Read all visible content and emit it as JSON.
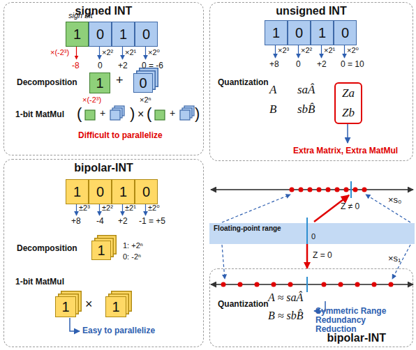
{
  "diagram": {
    "nodes": [
      {
        "text": [
          "signed INT"
        ]
      },
      {
        "text": [
          "1"
        ],
        "in": 0
      },
      {
        "text": [
          "0"
        ],
        "in": 0
      },
      {
        "text": [
          "1"
        ],
        "in": 0
      },
      {
        "text": [
          "0"
        ],
        "in": 0
      },
      {
        "text": [
          "1"
        ],
        "in": 0
      },
      {
        "text": [
          "0"
        ],
        "in": 0
      },
      {
        "text": [
          "unsigned INT"
        ]
      },
      {
        "text": [
          "1"
        ],
        "in": 7
      },
      {
        "text": [
          "0"
        ],
        "in": 7
      },
      {
        "text": [
          "1"
        ],
        "in": 7
      },
      {
        "text": [
          "0"
        ],
        "in": 7
      },
      {
        "text": [
          "Za",
          "Zb"
        ],
        "in": 7
      },
      {
        "text": [
          "bipolar-INT"
        ]
      },
      {
        "text": [
          "1"
        ],
        "in": 13
      },
      {
        "text": [
          "0"
        ],
        "in": 13
      },
      {
        "text": [
          "1"
        ],
        "in": 13
      },
      {
        "text": [
          "0"
        ],
        "in": 13
      },
      {
        "text": [
          "1"
        ],
        "in": 13
      },
      {
        "text": [
          "1"
        ],
        "in": 13
      },
      {
        "text": [
          "1"
        ],
        "in": 13
      },
      {
        "text": [
          "Floating-point range"
        ]
      },
      {
        "text": [
          "bipolar-INT"
        ]
      }
    ],
    "edges": [
      {
        "from": 21,
        "to": 22,
        "arrow": "to",
        "label": "Z = 0"
      }
    ],
    "labels": [
      "sign bit",
      "×(-2³)",
      "×2²",
      "×2¹",
      "×2⁰",
      "-8",
      "0",
      "+2",
      "0 = -6",
      "Decomposition",
      "×(-2³)",
      "+",
      "×2ⁿ",
      "1-bit MatMul",
      "(",
      "+",
      ")",
      "×",
      "(",
      "+",
      ")",
      "Difficult to parallelize",
      "×2³",
      "×2²",
      "×2¹",
      "×2⁰",
      "+8",
      "0",
      "+2",
      "0 = 10",
      "Quantization",
      "A",
      "saÂ",
      "B",
      "sbB̂",
      "Extra Matrix, Extra MatMul",
      "Z ≠ 0",
      "×s₀",
      "0",
      "×s₁",
      "±2³",
      "±2²",
      "±2¹",
      "±2⁰",
      "+8",
      "-4",
      "+2",
      "-1 = +5",
      "Decomposition",
      "1: +2ⁿ",
      "0: -2ⁿ",
      "1-bit MatMul",
      "×",
      "Easy to parallelize",
      "Quantization",
      "A ≈ saÂ",
      "B ≈ sbB̂",
      "Symmetric Range Redundancy Reduction"
    ]
  }
}
